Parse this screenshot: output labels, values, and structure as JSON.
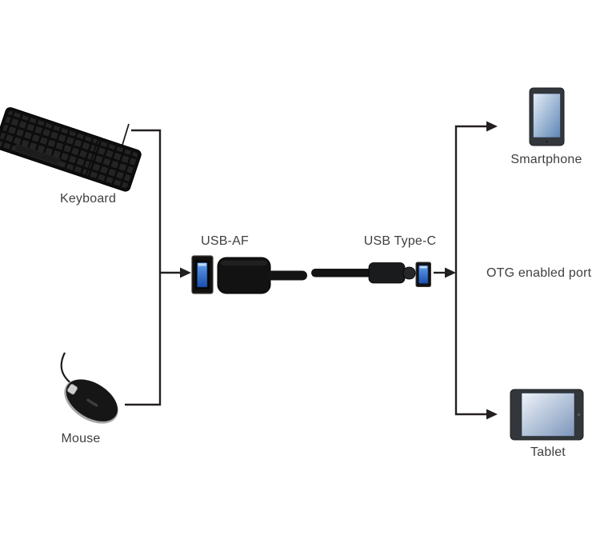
{
  "diagram": {
    "labels": {
      "keyboard": "Keyboard",
      "mouse": "Mouse",
      "usb_af": "USB-AF",
      "usb_type_c": "USB Type-C",
      "smartphone": "Smartphone",
      "otg_port": "OTG enabled port",
      "tablet": "Tablet"
    },
    "icons": {
      "keyboard": "keyboard-photo",
      "mouse": "mouse-photo",
      "usb_af_port": "usb3-female-port-icon",
      "adapter": "usb-af-to-type-c-adapter",
      "type_c_plug": "usb-type-c-plug",
      "small_usb_port": "usb3-female-port-icon-small",
      "smartphone": "smartphone-icon",
      "tablet": "tablet-icon"
    },
    "colors": {
      "line": "#231f20",
      "text": "#3f3f3f",
      "usb_blue_light": "#8ab6ef",
      "usb_blue_dark": "#1a4fae",
      "screen_light": "#e4edf8",
      "screen_dark": "#5e86b4",
      "tablet_screen_light": "#eef3f9",
      "tablet_screen_dark": "#7d96bb",
      "device_body": "#33373b"
    }
  }
}
